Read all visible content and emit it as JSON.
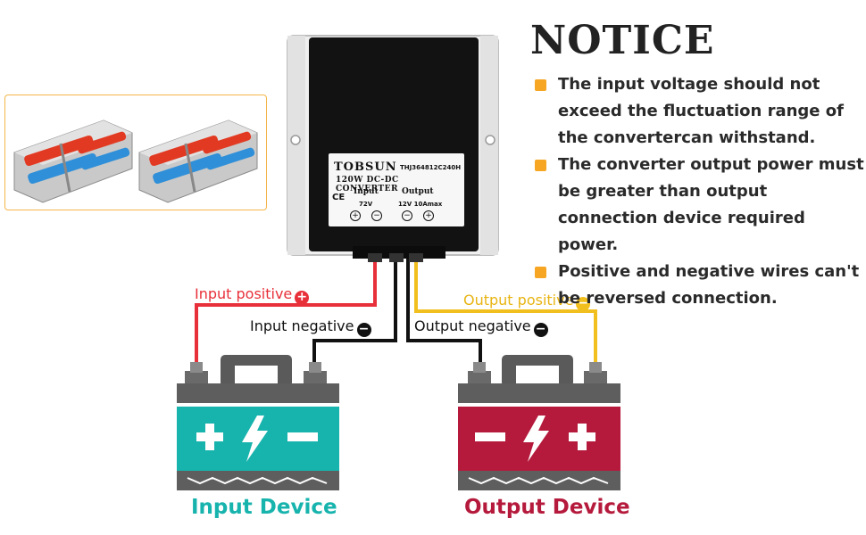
{
  "notice": {
    "title": "NOTICE",
    "items": [
      "The input voltage should not exceed the fluctuation range of the convertercan withstand.",
      "The converter output power must be  greater than output connection device required power.",
      "Positive and negative wires can't be reversed connection."
    ]
  },
  "converter": {
    "brand": "TOBSUN",
    "model": "THJ364812C240H",
    "subtitle": "120W DC-DC CONVERTER",
    "ce_mark": "CE",
    "input_label": "Input",
    "input_voltage": "72V",
    "output_label": "Output",
    "output_rating": "12V 10Amax"
  },
  "wires": {
    "input_positive": "Input positive",
    "input_negative": "Input negative",
    "output_positive": "Output positive",
    "output_negative": "Output negative"
  },
  "devices": {
    "input": "Input Device",
    "output": "Output Device"
  },
  "colors": {
    "positive_wire": "#e8303a",
    "negative_wire": "#111111",
    "output_positive_wire": "#f2c01e",
    "input_device": "#17b3ad",
    "output_device": "#b51a3c",
    "bullet": "#f6a623"
  }
}
